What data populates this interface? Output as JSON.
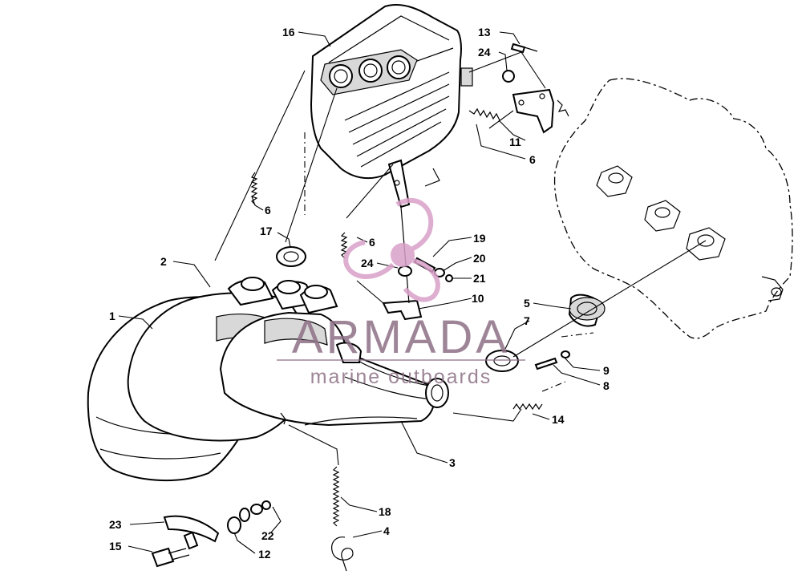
{
  "watermark": {
    "brand": "ARMADA",
    "tagline": "marine outboards",
    "brand_color": "#8d7085",
    "logo_color": "#d9a0c8"
  },
  "parts": [
    {
      "id": "p1",
      "label": "1"
    },
    {
      "id": "p2",
      "label": "2"
    },
    {
      "id": "p3",
      "label": "3"
    },
    {
      "id": "p4",
      "label": "4"
    },
    {
      "id": "p5",
      "label": "5"
    },
    {
      "id": "p6a",
      "label": "6"
    },
    {
      "id": "p6b",
      "label": "6"
    },
    {
      "id": "p6c",
      "label": "6"
    },
    {
      "id": "p7",
      "label": "7"
    },
    {
      "id": "p8",
      "label": "8"
    },
    {
      "id": "p9",
      "label": "9"
    },
    {
      "id": "p10",
      "label": "10"
    },
    {
      "id": "p11",
      "label": "11"
    },
    {
      "id": "p12",
      "label": "12"
    },
    {
      "id": "p13",
      "label": "13"
    },
    {
      "id": "p14",
      "label": "14"
    },
    {
      "id": "p15",
      "label": "15"
    },
    {
      "id": "p16",
      "label": "16"
    },
    {
      "id": "p17",
      "label": "17"
    },
    {
      "id": "p18",
      "label": "18"
    },
    {
      "id": "p19",
      "label": "19"
    },
    {
      "id": "p20",
      "label": "20"
    },
    {
      "id": "p21",
      "label": "21"
    },
    {
      "id": "p22",
      "label": "22"
    },
    {
      "id": "p23",
      "label": "23"
    },
    {
      "id": "p24a",
      "label": "24"
    },
    {
      "id": "p24b",
      "label": "24"
    }
  ]
}
